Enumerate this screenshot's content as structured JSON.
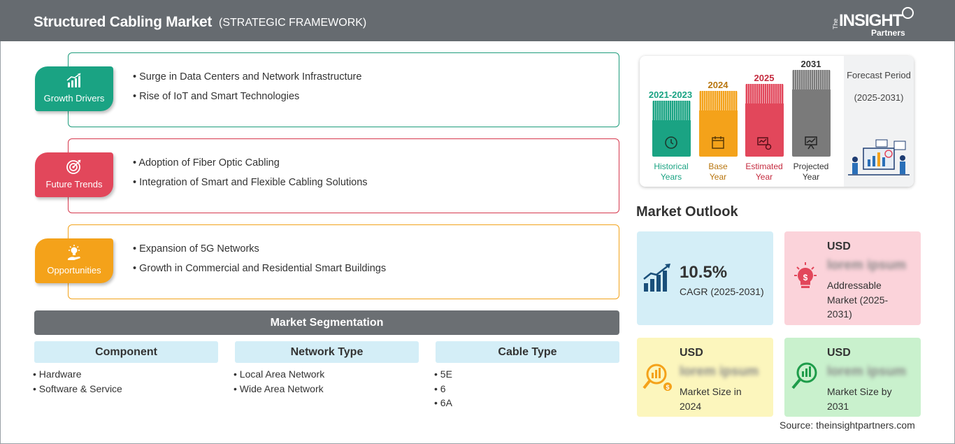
{
  "header": {
    "title": "Structured Cabling Market",
    "subtitle": "(STRATEGIC FRAMEWORK)",
    "logo": {
      "the": "The",
      "insight": "INSIGHT",
      "partners": "Partners"
    }
  },
  "framework": {
    "growth_drivers": {
      "label": "Growth Drivers",
      "icon": "bar-chart-growth-icon",
      "color": "#1aa383",
      "items": [
        "Surge in Data Centers and Network Infrastructure",
        "Rise of IoT and Smart Technologies"
      ]
    },
    "future_trends": {
      "label": "Future Trends",
      "icon": "target-icon",
      "color": "#e2475b",
      "items": [
        "Adoption of Fiber Optic Cabling",
        "Integration of Smart and Flexible Cabling Solutions"
      ]
    },
    "opportunities": {
      "label": "Opportunities",
      "icon": "lightbulb-hand-icon",
      "color": "#f4a21a",
      "items": [
        "Expansion of 5G Networks",
        "Growth in Commercial and Residential Smart Buildings"
      ]
    }
  },
  "segmentation": {
    "title": "Market Segmentation",
    "columns": [
      {
        "header": "Component",
        "items": [
          "Hardware",
          "Software & Service"
        ]
      },
      {
        "header": "Network Type",
        "items": [
          "Local Area Network",
          "Wide Area Network"
        ]
      },
      {
        "header": "Cable Type",
        "items": [
          "5E",
          "6",
          "6A"
        ]
      }
    ]
  },
  "timeline": {
    "forecast_title": "Forecast Period",
    "forecast_range": "(2025-2031)",
    "bars": [
      {
        "year": "2021-2023",
        "line1": "Historical",
        "line2": "Years",
        "color": "#1aa383",
        "icon": "history-clock-icon"
      },
      {
        "year": "2024",
        "line1": "Base",
        "line2": "Year",
        "color": "#f4a21a",
        "icon": "calendar-icon"
      },
      {
        "year": "2025",
        "line1": "Estimated",
        "line2": "Year",
        "color": "#e2475b",
        "icon": "estimate-chart-icon"
      },
      {
        "year": "2031",
        "line1": "Projected",
        "line2": "Year",
        "color": "#7a7a7a",
        "icon": "projection-board-icon"
      }
    ]
  },
  "outlook": {
    "title": "Market Outlook",
    "cagr": {
      "value": "10.5%",
      "label": "CAGR (2025-2031)",
      "icon": "growth-bars-icon",
      "bg": "#d4eef7"
    },
    "addressable": {
      "usd": "USD",
      "value": "lorem ipsum",
      "desc1": "Addressable",
      "desc2": "Market (2025-",
      "desc3": "2031)",
      "icon": "idea-bulb-dollar-icon",
      "bg": "#fbd3da"
    },
    "size_2024": {
      "usd": "USD",
      "value": "lorem ipsum",
      "desc1": "Market Size in",
      "desc2": "2024",
      "icon": "coins-magnifier-icon",
      "bg": "#fcf6bd"
    },
    "size_2031": {
      "usd": "USD",
      "value": "lorem ipsum",
      "desc1": "Market Size by",
      "desc2": "2031",
      "icon": "chart-magnifier-icon",
      "bg": "#c9f1cd"
    }
  },
  "source": "Source: theinsightpartners.com"
}
